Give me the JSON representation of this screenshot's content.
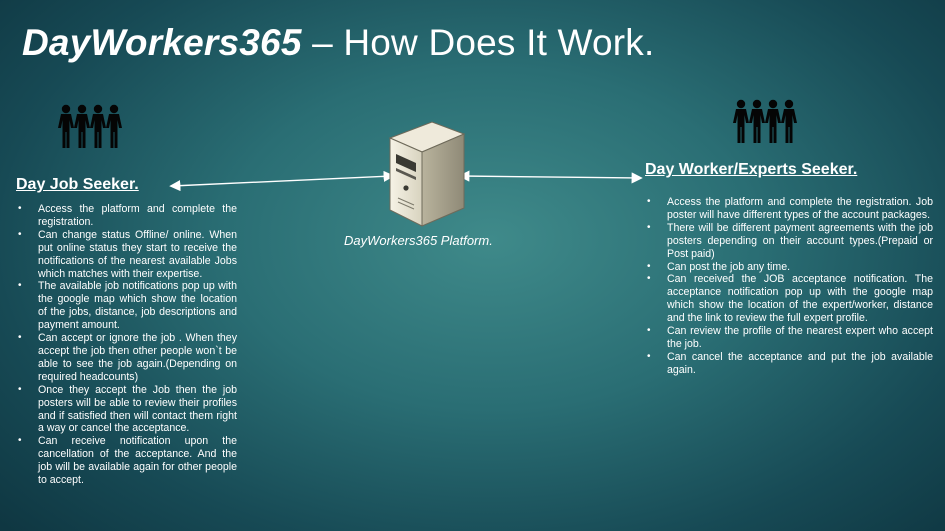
{
  "title": {
    "brand": "DayWorkers365",
    "rest": " – How Does It Work."
  },
  "platform": {
    "label": "DayWorkers365 Platform.",
    "icon": "server-icon"
  },
  "left": {
    "heading": "Day Job Seeker.",
    "icon": "people-group-icon",
    "items": [
      "Access the platform and complete the registration.",
      "Can change status Offline/ online. When put online status they start to receive the notifications of the nearest available Jobs which matches with their expertise.",
      "The available job notifications pop up with the google map which show the location of the jobs, distance, job descriptions and payment amount.",
      "Can accept or ignore the job . When they accept the job then other people won`t be able to see the job again.(Depending on required headcounts)",
      "Once they accept the Job then the job posters will be able to review their profiles and if satisfied then will contact them right a way or cancel the acceptance.",
      "Can receive notification upon the cancellation of the acceptance. And the job will be available again for other people to accept."
    ]
  },
  "right": {
    "heading": "Day Worker/Experts Seeker.",
    "icon": "people-group-icon",
    "items": [
      "Access the platform and complete the registration.  Job poster will have different types of the account packages.",
      "There will be different payment agreements with the job posters depending on their account types.(Prepaid or Post paid)",
      "Can post the job any time.",
      "Can received the JOB acceptance notification. The acceptance notification pop up with the google map which show the location of the expert/worker, distance and the link to review the full expert profile.",
      "Can review the profile of the nearest expert who accept the job.",
      "Can cancel the acceptance and put the job available again."
    ]
  }
}
